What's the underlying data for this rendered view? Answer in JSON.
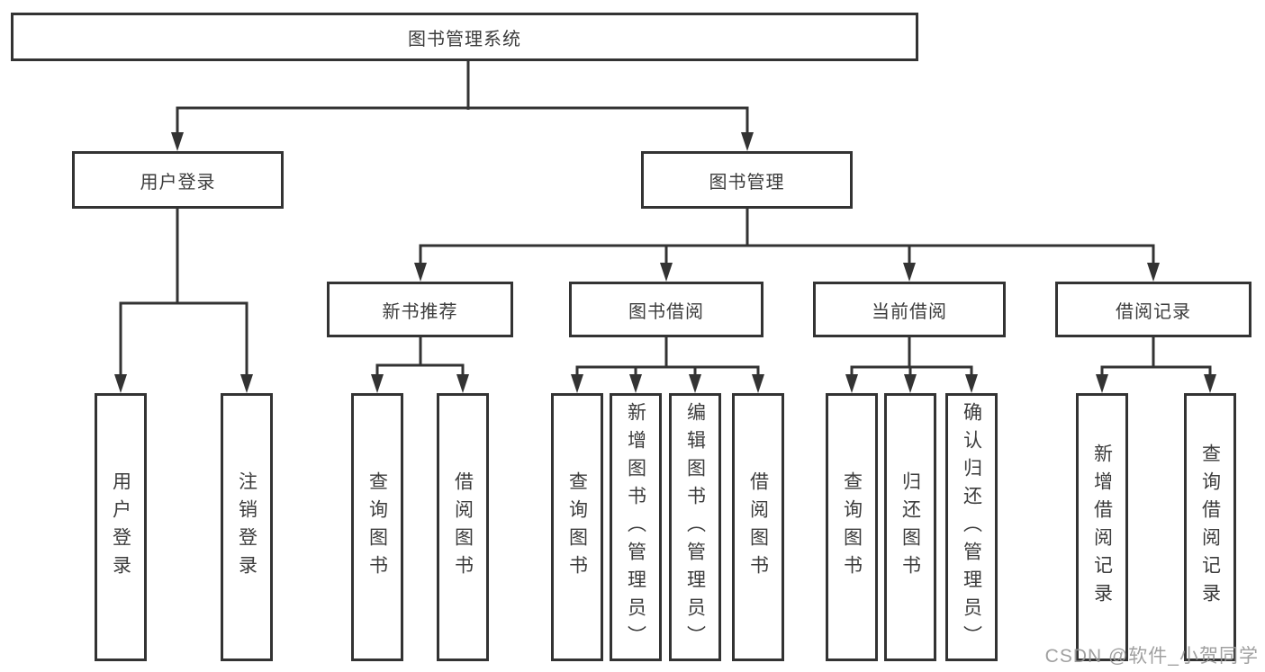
{
  "tree": {
    "label": "图书管理系统",
    "children": [
      {
        "label": "用户登录",
        "children": [
          {
            "label": "用户登录"
          },
          {
            "label": "注销登录"
          }
        ]
      },
      {
        "label": "图书管理",
        "children": [
          {
            "label": "新书推荐",
            "children": [
              {
                "label": "查询图书"
              },
              {
                "label": "借阅图书"
              }
            ]
          },
          {
            "label": "图书借阅",
            "children": [
              {
                "label": "查询图书"
              },
              {
                "label": "新增图书（管理员）"
              },
              {
                "label": "编辑图书（管理员）"
              },
              {
                "label": "借阅图书"
              }
            ]
          },
          {
            "label": "当前借阅",
            "children": [
              {
                "label": "查询图书"
              },
              {
                "label": "归还图书"
              },
              {
                "label": "确认归还（管理员）"
              }
            ]
          },
          {
            "label": "借阅记录",
            "children": [
              {
                "label": "新增借阅记录"
              },
              {
                "label": "查询借阅记录"
              }
            ]
          }
        ]
      }
    ]
  },
  "watermark": {
    "text": "CSDN @软件_小贺同学"
  },
  "colors": {
    "line": "#333333",
    "box_border": "#333333",
    "text": "#3c3c3c",
    "watermark": "#969696",
    "background": "#ffffff"
  }
}
